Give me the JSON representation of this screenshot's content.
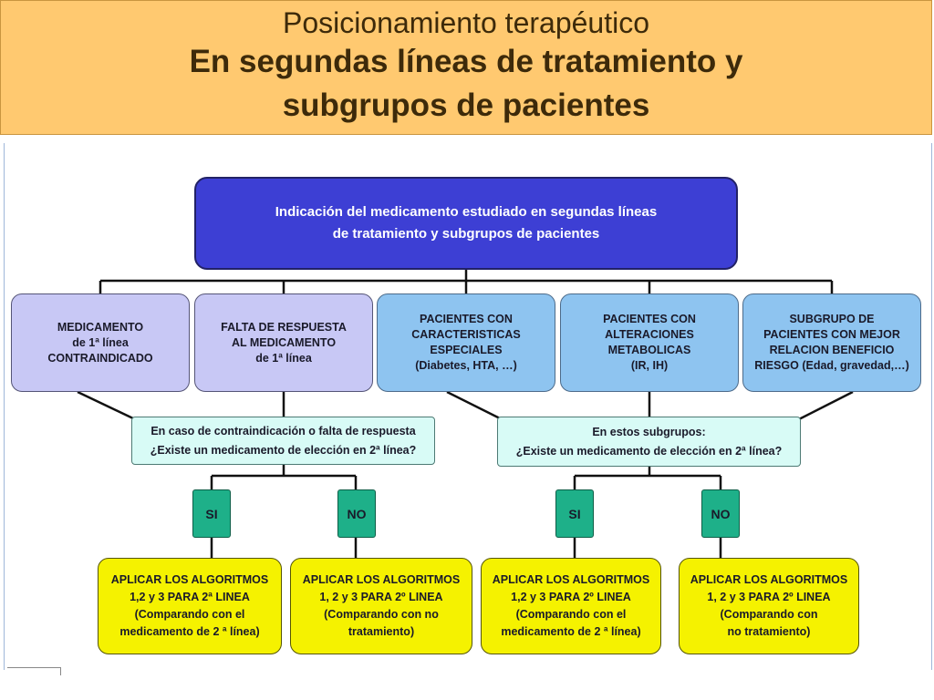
{
  "header": {
    "title": "Posicionamiento terapéutico",
    "subtitle_line1": "En segundas líneas de tratamiento y",
    "subtitle_line2": "subgrupos de pacientes"
  },
  "diagram": {
    "root": "Indicación del medicamento estudiado en segundas líneas\nde tratamiento  y subgrupos de pacientes",
    "categories": [
      "MEDICAMENTO\nde  1ª línea\nCONTRAINDICADO",
      "FALTA DE RESPUESTA\nAL MEDICAMENTO\nde 1ª línea",
      "PACIENTES CON\nCARACTERISTICAS\nESPECIALES\n(Diabetes, HTA, …)",
      "PACIENTES CON\nALTERACIONES\nMETABOLICAS\n(IR, IH)",
      "SUBGRUPO DE\nPACIENTES CON MEJOR\nRELACION BENEFICIO\nRIESGO (Edad, gravedad,…)"
    ],
    "questions": [
      "En caso de contraindicación o falta de respuesta\n¿Existe un medicamento de elección en 2ª línea?",
      "En estos subgrupos:\n¿Existe un medicamento de elección en 2ª línea?"
    ],
    "decisions": [
      "SI",
      "NO",
      "SI",
      "NO"
    ],
    "actions": [
      "APLICAR LOS ALGORITMOS\n1,2 y 3 PARA 2ª LINEA\n(Comparando con el\nmedicamento de 2 ª línea)",
      "APLICAR LOS ALGORITMOS\n1, 2 y 3  PARA 2º LINEA\n(Comparando con  no\ntratamiento)",
      "APLICAR LOS ALGORITMOS\n1,2 y 3 PARA 2º LINEA\n(Comparando con el\nmedicamento de 2 ª línea)",
      "APLICAR LOS ALGORITMOS\n1, 2 y 3  PARA 2º LINEA\n(Comparando con\nno tratamiento)"
    ]
  }
}
